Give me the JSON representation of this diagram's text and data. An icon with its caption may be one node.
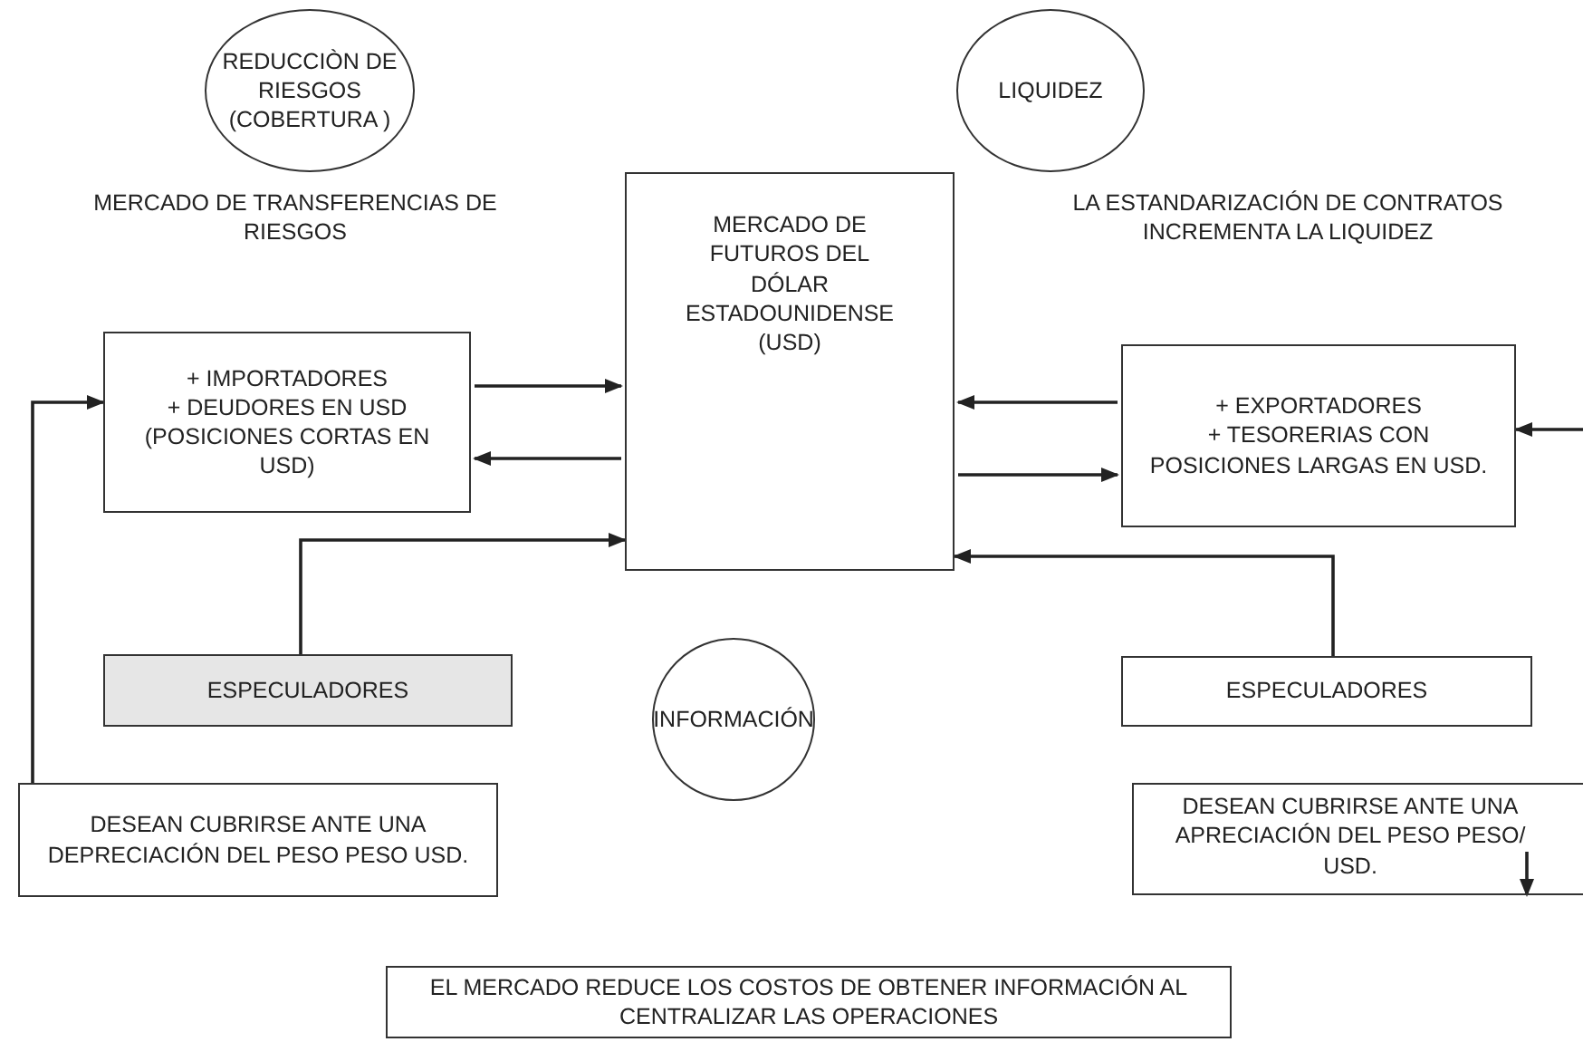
{
  "diagram": {
    "nodes": [
      {
        "text": [
          "REDUCCIÒN DE RIESGOS (COBERTURA )"
        ]
      },
      {
        "text": [
          "LIQUIDEZ"
        ]
      },
      {
        "text": [
          "+ IMPORTADORES",
          "+ DEUDORES EN USD",
          "(POSICIONES CORTAS EN USD)"
        ]
      },
      {
        "text": [
          "MERCADO DE FUTUROS DEL DÓLAR ESTADOUNIDENSE (USD)"
        ]
      },
      {
        "text": [
          "+ EXPORTADORES",
          "+ TESORERIAS CON POSICIONES LARGAS EN USD."
        ]
      },
      {
        "text": [
          "ESPECULADORES"
        ]
      },
      {
        "text": [
          "ESPECULADORES"
        ]
      },
      {
        "text": [
          "INFORMACIÓN"
        ]
      },
      {
        "text": [
          "DESEAN CUBRIRSE ANTE UNA DEPRECIACIÓN DEL PESO PESO USD."
        ]
      },
      {
        "text": [
          "DESEAN CUBRIRSE ANTE UNA APRECIACIÓN DEL PESO PESO/ USD."
        ]
      },
      {
        "text": [
          "EL MERCADO REDUCE LOS COSTOS DE OBTENER INFORMACIÓN AL CENTRALIZAR LAS OPERACIONES"
        ]
      }
    ],
    "edges": [
      {
        "from": 2,
        "to": 3,
        "arrow": "to"
      },
      {
        "from": 3,
        "to": 2,
        "arrow": "to"
      },
      {
        "from": 4,
        "to": 3,
        "arrow": "to"
      },
      {
        "from": 3,
        "to": 4,
        "arrow": "to"
      },
      {
        "from": 5,
        "to": 3,
        "arrow": "to"
      },
      {
        "from": 6,
        "to": 3,
        "arrow": "to"
      },
      {
        "from": 8,
        "to": 2,
        "arrow": "to"
      },
      {
        "from": null,
        "to": 4,
        "arrow": "to"
      },
      {
        "from": null,
        "to": 9,
        "arrow": "to"
      }
    ],
    "labels": [
      "MERCADO DE TRANSFERENCIAS DE RIESGOS",
      "LA ESTANDARIZACIÓN DE CONTRATOS INCREMENTA LA LIQUIDEZ"
    ]
  }
}
